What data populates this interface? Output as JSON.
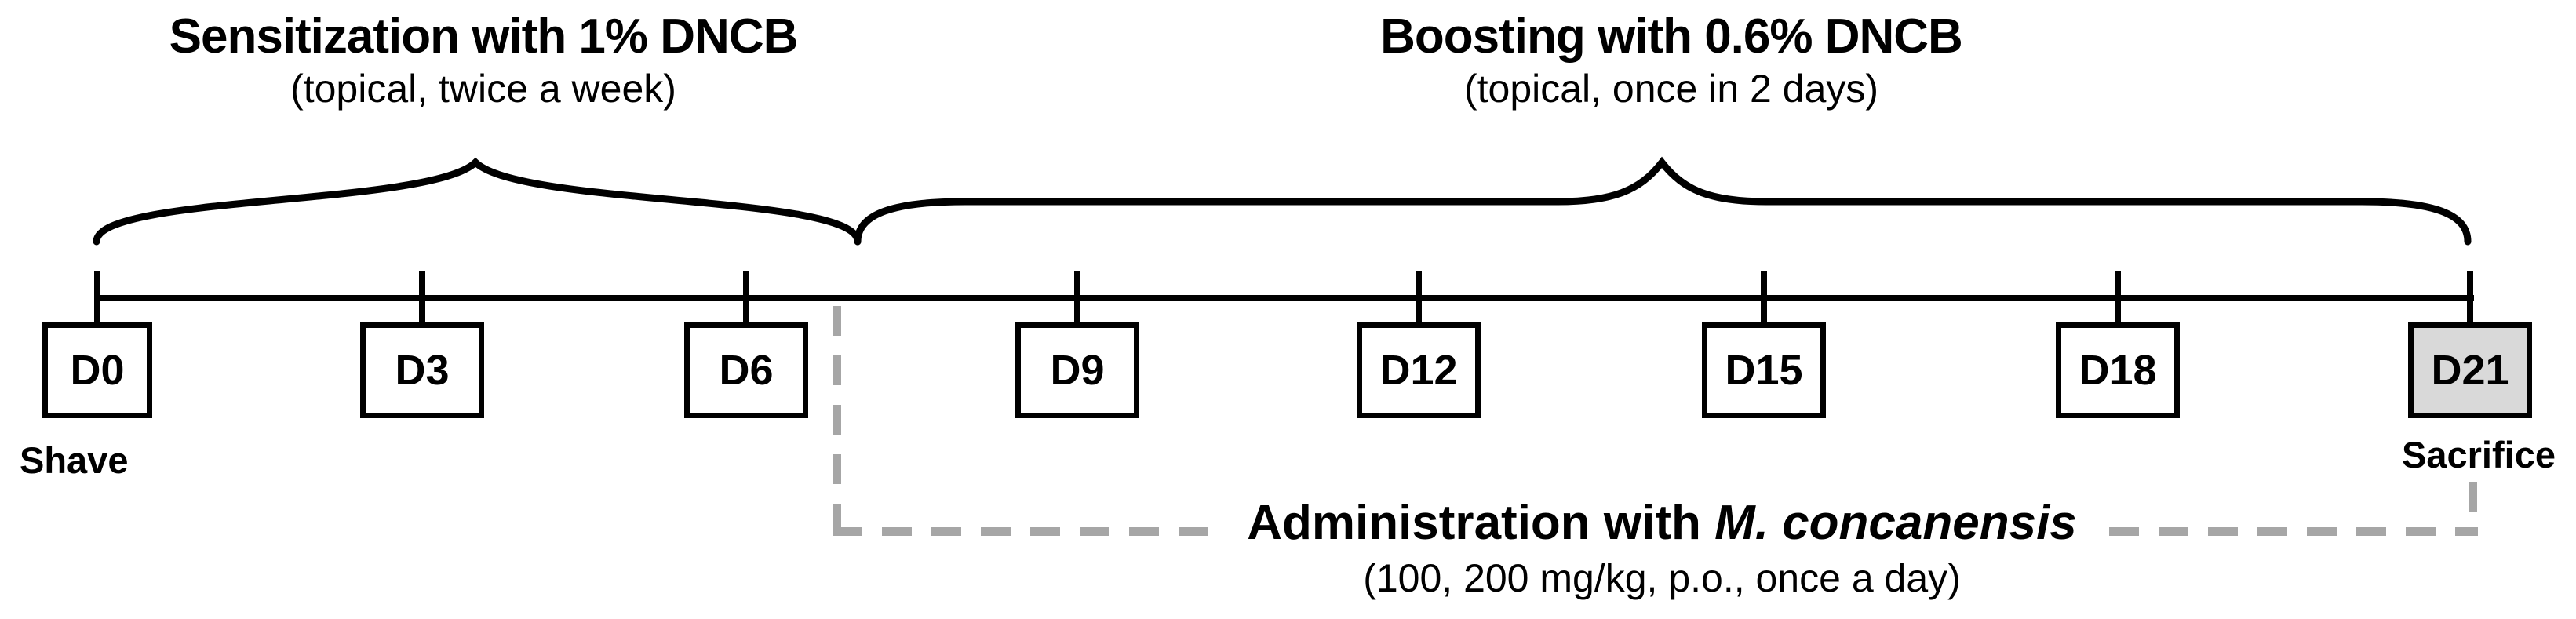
{
  "figure": {
    "description": "Experimental protocol timeline over 21 days",
    "colors": {
      "ink": "#000000",
      "dash_gray": "#a6a6a6",
      "highlight_box_fill": "#d9d9d9",
      "background": "#ffffff"
    }
  },
  "phases": [
    {
      "title": "Sensitization with 1% DNCB",
      "subtitle": "(topical, twice a week)"
    },
    {
      "title": "Boosting with 0.6% DNCB",
      "subtitle": "(topical, once in 2 days)"
    }
  ],
  "timeline": {
    "boxes": [
      {
        "label": "D0",
        "highlighted": false
      },
      {
        "label": "D3",
        "highlighted": false
      },
      {
        "label": "D6",
        "highlighted": false
      },
      {
        "label": "D9",
        "highlighted": false
      },
      {
        "label": "D12",
        "highlighted": false
      },
      {
        "label": "D15",
        "highlighted": false
      },
      {
        "label": "D18",
        "highlighted": false
      },
      {
        "label": "D21",
        "highlighted": true
      }
    ],
    "start_annotation": "Shave",
    "end_annotation": "Sacrifice"
  },
  "administration": {
    "title_prefix": "Administration with ",
    "title_species": "M. concanensis",
    "subtitle": "(100, 200 mg/kg, p.o., once a day)"
  }
}
